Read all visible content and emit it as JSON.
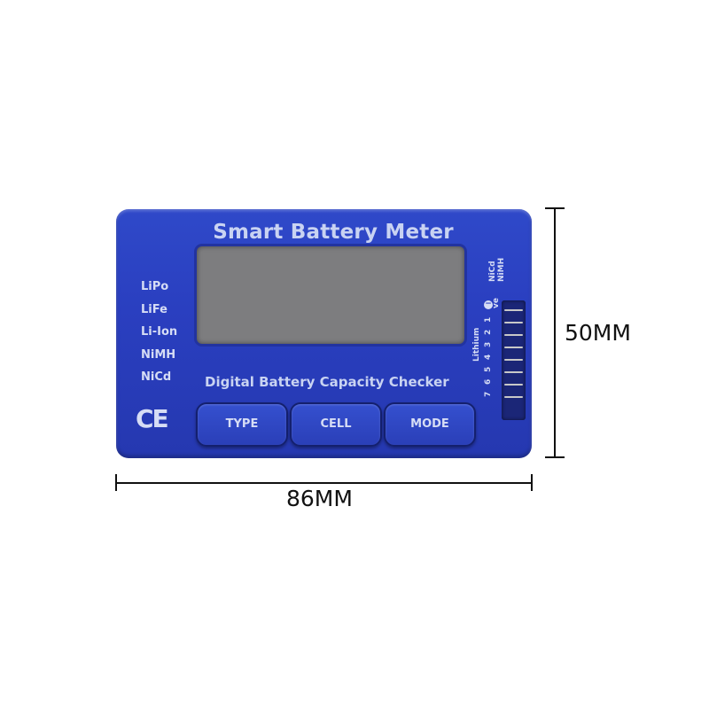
{
  "device": {
    "title": "Smart Battery Meter",
    "subtitle": "Digital Battery Capacity Checker",
    "battery_types": [
      "LiPo",
      "LiFe",
      "Li-Ion",
      "NiMH",
      "NiCd"
    ],
    "certification_mark": "CE",
    "buttons": [
      {
        "label": "TYPE"
      },
      {
        "label": "CELL"
      },
      {
        "label": "MODE"
      }
    ],
    "connector": {
      "nickel_labels": [
        "NiCd",
        "NiMH"
      ],
      "lithium_label": "Lithium",
      "negative_label": "ve",
      "cell_numbers": [
        "1",
        "2",
        "3",
        "4",
        "5",
        "6",
        "7"
      ],
      "pin_count": 8
    },
    "colors": {
      "body": "#2a3fc0",
      "lcd": "#7d7d7f",
      "text": "#c9d3f2"
    }
  },
  "dimensions": {
    "height_label": "50MM",
    "width_label": "86MM"
  }
}
